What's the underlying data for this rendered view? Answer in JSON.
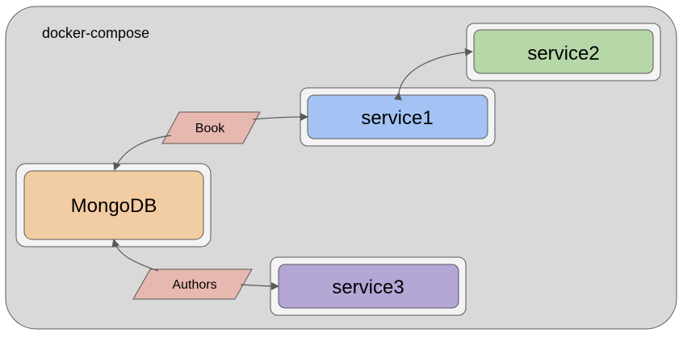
{
  "container": {
    "label": "docker-compose"
  },
  "nodes": {
    "service2": {
      "label": "service2",
      "color": "#b6d7a8"
    },
    "service1": {
      "label": "service1",
      "color": "#a4c2f4"
    },
    "mongodb": {
      "label": "MongoDB",
      "color": "#f2cca2"
    },
    "service3": {
      "label": "service3",
      "color": "#b4a7d6"
    }
  },
  "messages": {
    "book": {
      "label": "Book",
      "color": "#e6b8af"
    },
    "authors": {
      "label": "Authors",
      "color": "#e6b8af"
    }
  },
  "colors": {
    "container_fill": "#d9d9d9",
    "frame_fill": "#f3f3f3",
    "stroke": "#595959"
  }
}
